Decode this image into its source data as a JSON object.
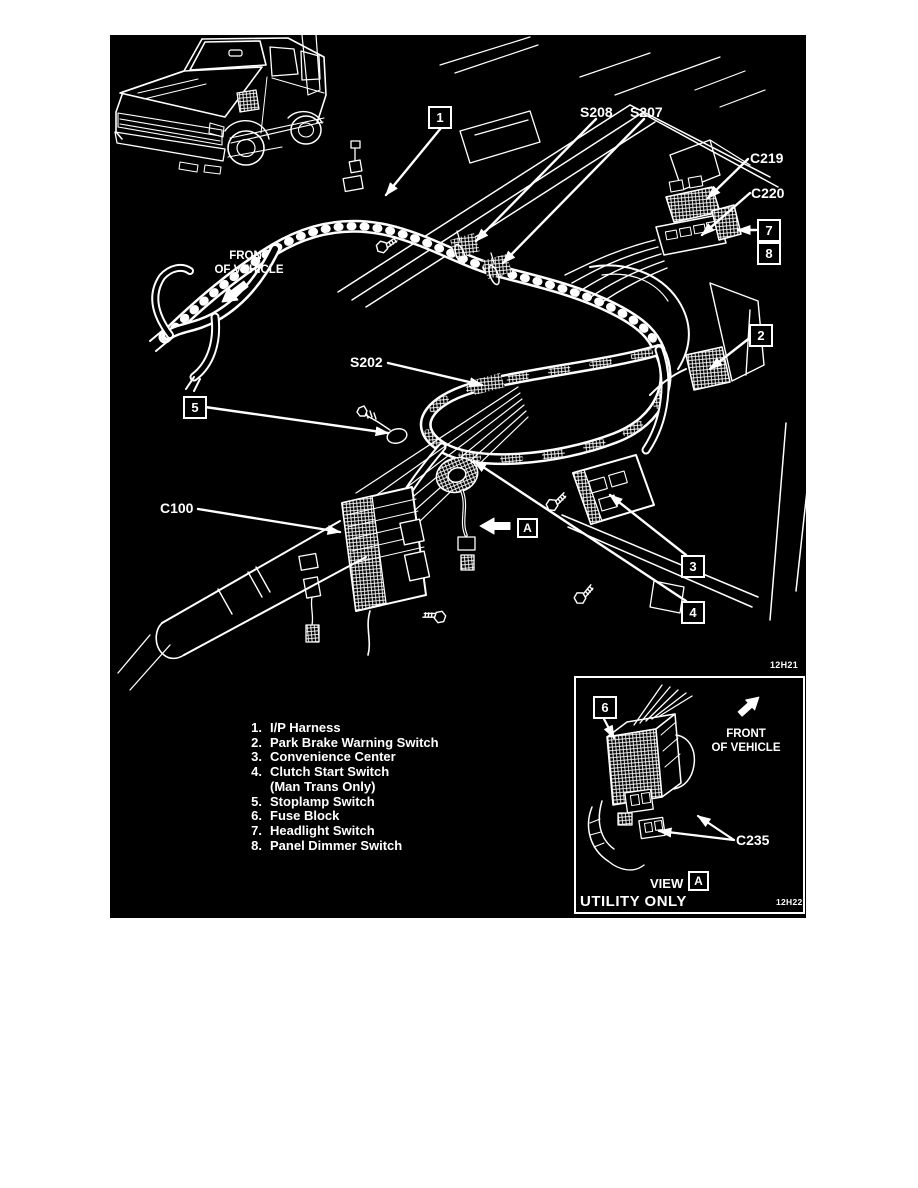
{
  "colors": {
    "page_background": "#ffffff",
    "panel_background": "#000000",
    "line_color": "#ffffff"
  },
  "front_of_vehicle": {
    "line1": "FRONT",
    "line2": "OF VEHICLE"
  },
  "connector_labels": {
    "s208": "S208",
    "s207": "S207",
    "c219": "C219",
    "c220": "C220",
    "s202": "S202",
    "c100": "C100",
    "c235": "C235"
  },
  "callouts": {
    "box1": "1",
    "box2": "2",
    "box3": "3",
    "box4": "4",
    "box5": "5",
    "box6": "6",
    "box7": "7",
    "box8": "8",
    "view_a": "A"
  },
  "legend": {
    "items": [
      {
        "num": "1.",
        "text": "I/P Harness"
      },
      {
        "num": "2.",
        "text": "Park Brake Warning Switch"
      },
      {
        "num": "3.",
        "text": "Convenience Center"
      },
      {
        "num": "4.",
        "text": "Clutch Start Switch",
        "text2": "(Man Trans Only)"
      },
      {
        "num": "5.",
        "text": "Stoplamp Switch"
      },
      {
        "num": "6.",
        "text": "Fuse Block"
      },
      {
        "num": "7.",
        "text": "Headlight Switch"
      },
      {
        "num": "8.",
        "text": "Panel Dimmer Switch"
      }
    ]
  },
  "inset": {
    "view_label": "VIEW",
    "utility_label": "UTILITY ONLY",
    "code": "12H22"
  },
  "figure_code": "12H21"
}
